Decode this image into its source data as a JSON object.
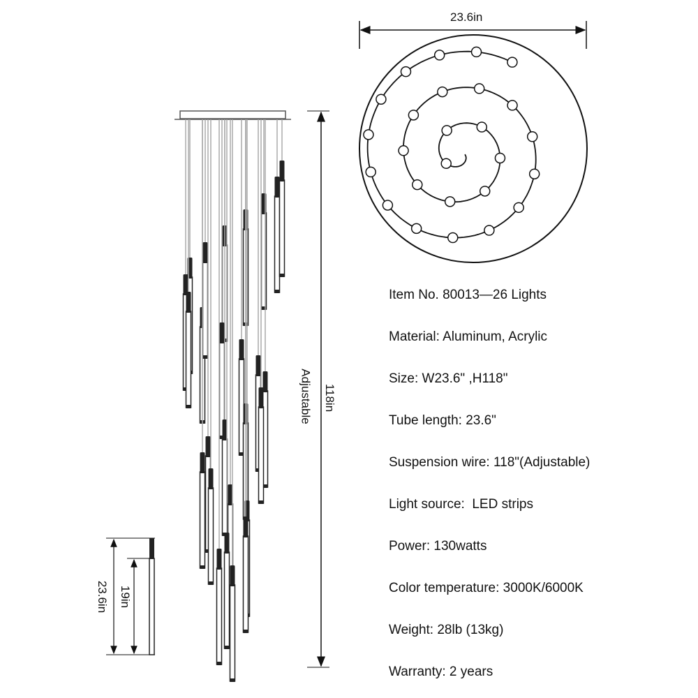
{
  "dimensions": {
    "top_width": "23.6in",
    "total_height": "118in",
    "adjustable": "Adjustable",
    "tube_total": "23.6in",
    "tube_light": "19in"
  },
  "fixture": {
    "light_count": 26
  },
  "specs": [
    "Item No. 80013—26 Lights",
    "Material: Aluminum, Acrylic",
    "Size: W23.6\" ,H118\"",
    "Tube length: 23.6\"",
    "Suspension wire: 118\"(Adjustable)",
    "Light source:  LED strips",
    "Power: 130watts",
    "Color temperature: 3000K/6000K",
    "Weight: 28lb (13kg)",
    "Warranty: 2 years"
  ],
  "colors": {
    "line": "#111111",
    "wire": "#aaaaaa"
  }
}
